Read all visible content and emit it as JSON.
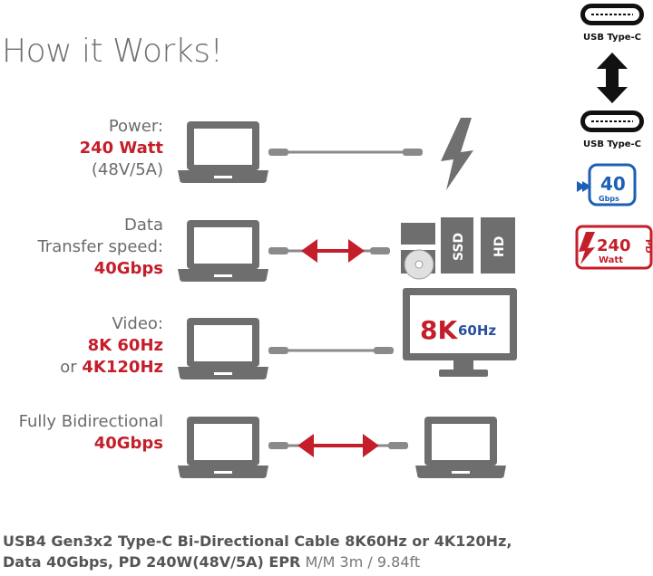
{
  "title": "How it Works!",
  "rows": {
    "power": {
      "label": "Power:",
      "value": "240 Watt",
      "detail": "(48V/5A)"
    },
    "data": {
      "label1": "Data",
      "label2": "Transfer speed:",
      "value": "40Gbps"
    },
    "video": {
      "label": "Video:",
      "value1": "8K 60Hz",
      "or": "or",
      "value2": "4K120Hz"
    },
    "bidi": {
      "label": "Fully Bidirectional",
      "value": "40Gbps"
    }
  },
  "storage": {
    "ssd": "SSD",
    "hd": "HD"
  },
  "monitor": {
    "res": "8K",
    "rate": "60Hz"
  },
  "sidebar": {
    "connector_top": "USB Type-C",
    "connector_bottom": "USB Type-C",
    "speed_badge": {
      "value": "40",
      "unit": "Gbps"
    },
    "power_badge": {
      "value": "240",
      "unit": "Watt",
      "side": "PD"
    }
  },
  "footer": {
    "line1": "USB4 Gen3x2 Type-C Bi-Directional Cable 8K60Hz or 4K120Hz,",
    "line2": "Data 40Gbps, PD 240W(48V/5A) EPR",
    "line2_tail": " M/M 3m / 9.84ft"
  },
  "colors": {
    "red": "#c41e2b",
    "gray_text": "#6b6b6b",
    "device": "#6e6e6e",
    "blue": "#1c5fb5"
  }
}
